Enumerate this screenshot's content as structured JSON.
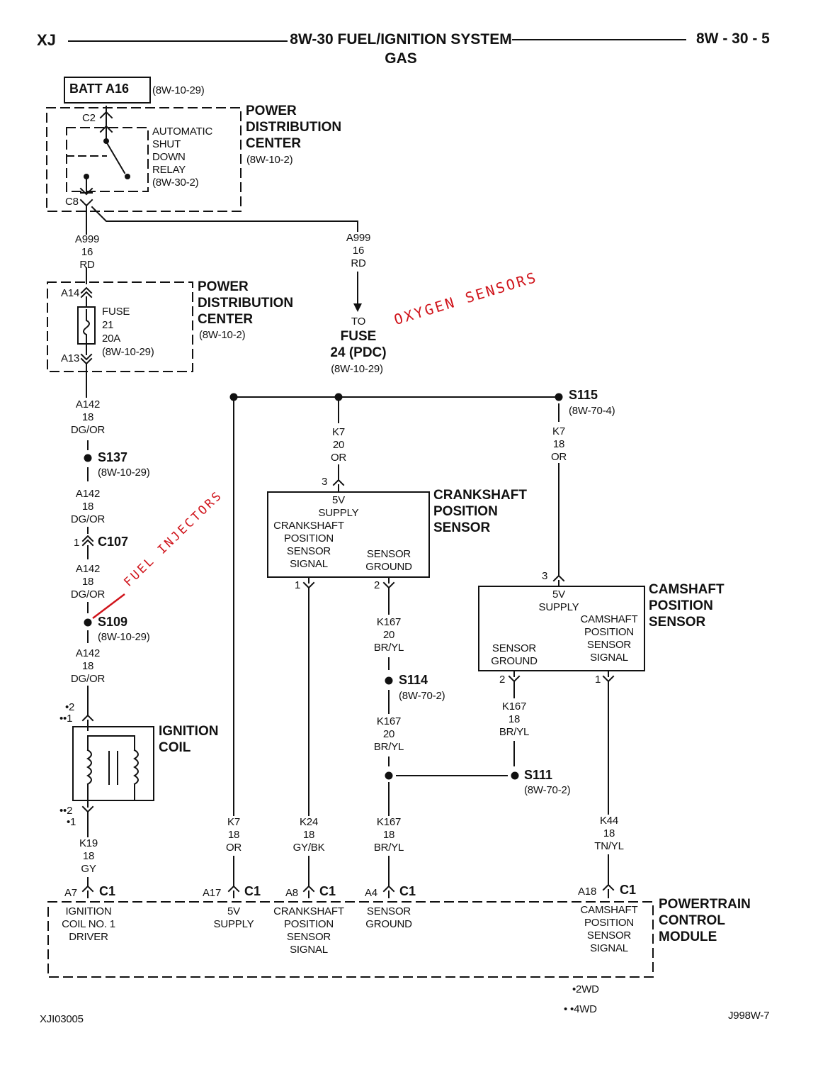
{
  "header": {
    "model": "XJ",
    "title": "8W-30 FUEL/IGNITION SYSTEM",
    "subtitle": "GAS",
    "page": "8W - 30 - 5"
  },
  "battery": {
    "label": "BATT A16",
    "ref": "(8W-10-29)"
  },
  "pdc_top": {
    "title": [
      "POWER",
      "DISTRIBUTION",
      "CENTER"
    ],
    "ref": "(8W-10-2)",
    "connector_in": "C2",
    "connector_out": "C8",
    "relay": [
      "AUTOMATIC",
      "SHUT",
      "DOWN",
      "RELAY",
      "(8W-30-2)"
    ]
  },
  "wire_a999_left": [
    "A999",
    "16",
    "RD"
  ],
  "wire_a999_right": [
    "A999",
    "16",
    "RD"
  ],
  "fuse_dest": {
    "to": "TO",
    "name": "FUSE",
    "detail": "24 (PDC)",
    "ref": "(8W-10-29)"
  },
  "pdc_mid": {
    "title": [
      "POWER",
      "DISTRIBUTION",
      "CENTER"
    ],
    "ref": "(8W-10-2)",
    "pin_top": "A14",
    "pin_bottom": "A13",
    "fuse": [
      "FUSE",
      "21",
      "20A",
      "(8W-10-29)"
    ]
  },
  "left_chain": {
    "w1": [
      "A142",
      "18",
      "DG/OR"
    ],
    "s137": {
      "name": "S137",
      "ref": "(8W-10-29)"
    },
    "w2": [
      "A142",
      "18",
      "DG/OR"
    ],
    "c107": {
      "pin": "1",
      "name": "C107"
    },
    "w3": [
      "A142",
      "18",
      "DG/OR"
    ],
    "s109": {
      "name": "S109",
      "ref": "(8W-10-29)"
    },
    "w4": [
      "A142",
      "18",
      "DG/OR"
    ],
    "coil_pins_top": [
      "•2",
      "••1"
    ],
    "coil_pins_bottom": [
      "••2",
      "•1"
    ],
    "w5": [
      "K19",
      "18",
      "GY"
    ]
  },
  "ignition_coil": {
    "title": [
      "IGNITION",
      "COIL"
    ]
  },
  "splice_s115": {
    "name": "S115",
    "ref": "(8W-70-4)"
  },
  "wire_k7_mid": [
    "K7",
    "20",
    "OR"
  ],
  "wire_k7_right": [
    "K7",
    "18",
    "OR"
  ],
  "crank_sensor": {
    "title": [
      "CRANKSHAFT",
      "POSITION",
      "SENSOR"
    ],
    "pin_supply": "3",
    "supply": [
      "5V",
      "SUPPLY"
    ],
    "signal": [
      "CRANKSHAFT",
      "POSITION",
      "SENSOR",
      "SIGNAL"
    ],
    "ground": [
      "SENSOR",
      "GROUND"
    ],
    "pin_signal": "1",
    "pin_ground": "2"
  },
  "wire_k167_a": [
    "K167",
    "20",
    "BR/YL"
  ],
  "splice_s114": {
    "name": "S114",
    "ref": "(8W-70-2)"
  },
  "wire_k167_b": [
    "K167",
    "20",
    "BR/YL"
  ],
  "cam_sensor": {
    "title": [
      "CAMSHAFT",
      "POSITION",
      "SENSOR"
    ],
    "pin_supply": "3",
    "supply": [
      "5V",
      "SUPPLY"
    ],
    "signal": [
      "CAMSHAFT",
      "POSITION",
      "SENSOR",
      "SIGNAL"
    ],
    "ground": [
      "SENSOR",
      "GROUND"
    ],
    "pin_ground": "2",
    "pin_signal": "1"
  },
  "wire_k167_cam": [
    "K167",
    "18",
    "BR/YL"
  ],
  "splice_s111": {
    "name": "S111",
    "ref": "(8W-70-2)"
  },
  "bottom_wires": {
    "k7": [
      "K7",
      "18",
      "OR"
    ],
    "k24": [
      "K24",
      "18",
      "GY/BK"
    ],
    "k167": [
      "K167",
      "18",
      "BR/YL"
    ],
    "k44": [
      "K44",
      "18",
      "TN/YL"
    ]
  },
  "pcm": {
    "title": [
      "POWERTRAIN",
      "CONTROL",
      "MODULE"
    ],
    "connector": "C1",
    "pins": [
      {
        "pin": "A7",
        "label": [
          "IGNITION",
          "COIL NO. 1",
          "DRIVER"
        ]
      },
      {
        "pin": "A17",
        "label": [
          "5V",
          "SUPPLY"
        ]
      },
      {
        "pin": "A8",
        "label": [
          "CRANKSHAFT",
          "POSITION",
          "SENSOR",
          "SIGNAL"
        ]
      },
      {
        "pin": "A4",
        "label": [
          "SENSOR",
          "GROUND"
        ]
      },
      {
        "pin": "A18",
        "label": [
          "CAMSHAFT",
          "POSITION",
          "SENSOR",
          "SIGNAL"
        ]
      }
    ]
  },
  "legend": {
    "two_wd": "•2WD",
    "four_wd": "• •4WD"
  },
  "footer": {
    "left": "XJI03005",
    "right": "J998W-7"
  },
  "annotations": {
    "oxygen": "OXYGEN SENSORS",
    "injectors": "FUEL INJECTORS"
  },
  "colors": {
    "ink": "#111111",
    "annotation": "#d0141b"
  }
}
